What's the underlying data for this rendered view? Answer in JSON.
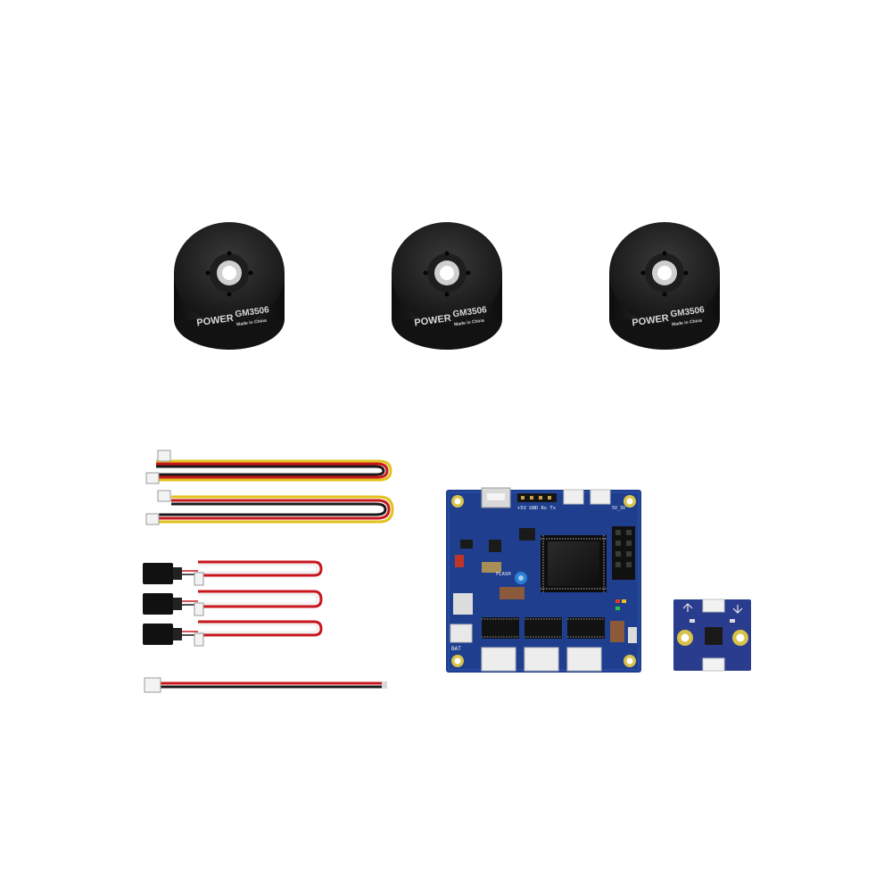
{
  "motors": {
    "model": "GM3506",
    "brand": "POWER",
    "sublabel": "Made in China",
    "count": 3
  },
  "controller": {
    "labels": {
      "header": "+5V GND Rx Tx",
      "flash": "FLASH",
      "bat": "BAT",
      "aux": "5V_3V"
    }
  },
  "colors": {
    "background": "#ffffff",
    "motor_body": "#1c1c1c",
    "pcb_blue": "#1f3f8e",
    "pcb_yellow": "#d8c24a",
    "wire_red": "#c8161d",
    "wire_black": "#1a1a1a",
    "wire_yellow": "#e0c21a",
    "wire_white": "#f0f0f0"
  }
}
